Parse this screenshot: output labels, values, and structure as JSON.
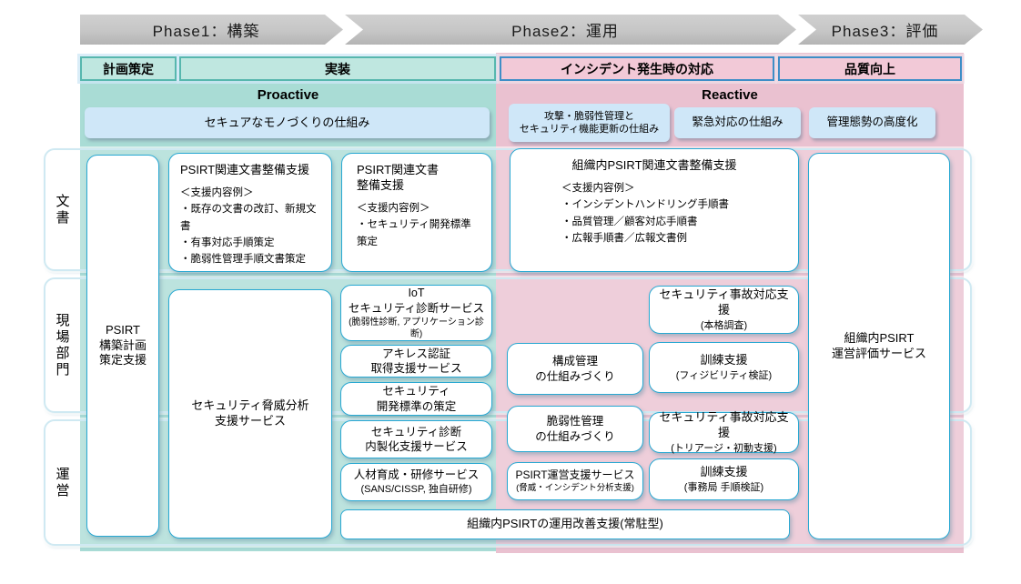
{
  "phases": [
    {
      "label": "Phase1：構築"
    },
    {
      "label": "Phase2：運用"
    },
    {
      "label": "Phase3：評価"
    }
  ],
  "stages": [
    {
      "label": "計画策定"
    },
    {
      "label": "実装"
    },
    {
      "label": "インシデント発生時の対応"
    },
    {
      "label": "品質向上"
    }
  ],
  "modes": {
    "proactive": "Proactive",
    "reactive": "Reactive"
  },
  "mechanisms": [
    {
      "label": "セキュアなモノづくりの仕組み"
    },
    {
      "label": "攻撃・脆弱性管理と\nセキュリティ機能更新の仕組み"
    },
    {
      "label": "緊急対応の仕組み"
    },
    {
      "label": "管理態勢の高度化"
    }
  ],
  "rows": [
    {
      "label": "文書"
    },
    {
      "label": "現場部門"
    },
    {
      "label": "運営"
    }
  ],
  "boxes": {
    "psirt_plan": {
      "label": "PSIRT\n構築計画\n策定支援"
    },
    "doc_support_impl_1": {
      "title": "PSIRT関連文書整備支援",
      "details": "＜支援内容例＞\n・既存の文書の改訂、新規文書\n・有事対応手順策定\n・脆弱性管理手順文書策定"
    },
    "doc_support_impl_2": {
      "title": "PSIRT関連文書\n整備支援",
      "details": "＜支援内容例＞\n・セキュリティ開発標準策定"
    },
    "threat_analysis": {
      "label": "セキュリティ脅威分析\n支援サービス"
    },
    "iot_diagnosis": {
      "label": "IoT\nセキュリティ診断サービス",
      "note": "(脆弱性診断, アプリケーション診断)"
    },
    "achilles_cert": {
      "label": "アキレス認証\n取得支援サービス"
    },
    "sec_dev_standard": {
      "label": "セキュリティ\n開発標準の策定"
    },
    "diagnosis_insourcing": {
      "label": "セキュリティ診断\n内製化支援サービス"
    },
    "hr_training": {
      "label": "人材育成・研修サービス",
      "note": "(SANS/CISSP, 独自研修)"
    },
    "org_doc_support": {
      "title": "組織内PSIRT関連文書整備支援",
      "details": "＜支援内容例＞\n・インシデントハンドリング手順書\n・品質管理／顧客対応手順書\n・広報手順書／広報文書例"
    },
    "config_mgmt": {
      "label": "構成管理\nの仕組みづくり"
    },
    "vuln_mgmt": {
      "label": "脆弱性管理\nの仕組みづくり"
    },
    "psirt_ops_support": {
      "label": "PSIRT運営支援サービス",
      "note": "(脅威・インシデント分析支援)"
    },
    "incident_response_full": {
      "label": "セキュリティ事故対応支援",
      "note": "(本格調査)"
    },
    "training_feasibility": {
      "label": "訓練支援",
      "note": "(フィジビリティ検証)"
    },
    "incident_response_triage": {
      "label": "セキュリティ事故対応支援",
      "note": "(トリアージ・初動支援)"
    },
    "training_office": {
      "label": "訓練支援",
      "note": "(事務局 手順検証)"
    },
    "resident_improvement": {
      "label": "組織内PSIRTの運用改善支援(常駐型)"
    },
    "psirt_eval": {
      "label": "組織内PSIRT\n運営評価サービス"
    }
  },
  "colors": {
    "teal_band": "#a9dcd5",
    "pink_band": "#eac1d0",
    "teal_header": "#bfe7e0",
    "teal_header_border": "#57b7ae",
    "pink_header": "#f2c9d7",
    "pink_header_border": "#3e8ec7",
    "blue_box": "#cfe7f8",
    "box_border": "#28a8d2",
    "arrow_gray": "#c6c6c6",
    "row_band_border": "#cfe9f2"
  }
}
